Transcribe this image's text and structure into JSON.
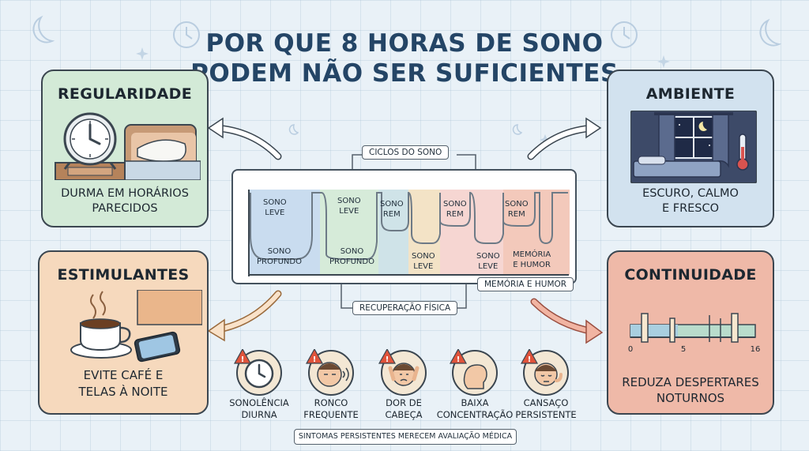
{
  "title_line1": "POR QUE 8 HORAS DE SONO",
  "title_line2": "PODEM NÃO SER SUFICIENTES",
  "cards": {
    "regularidade": {
      "title": "REGULARIDADE",
      "text": "DURMA EM HORÁRIOS\nPARECIDOS"
    },
    "ambiente": {
      "title": "AMBIENTE",
      "text": "ESCURO, CALMO\nE FRESCO"
    },
    "estimulantes": {
      "title": "ESTIMULANTES",
      "text": "EVITE CAFÉ E\nTELAS À NOITE"
    },
    "continuidade": {
      "title": "CONTINUIDADE",
      "text": "REDUZA DESPERTARES\nNOTURNOS",
      "axis_ticks": [
        "0",
        "5",
        "16"
      ]
    }
  },
  "center": {
    "cycles_label": "CICLOS DO SONO",
    "memory_label": "MEMÓRIA E HUMOR",
    "recovery_label": "RECUPERAÇÃO FÍSICA",
    "stages": [
      {
        "text": "SONO\nLEVE"
      },
      {
        "text": "SONO\nPROFUNDO"
      },
      {
        "text": "SONO\nLEVE"
      },
      {
        "text": "SONO\nPROFUNDO"
      },
      {
        "text": "SONO\nREM"
      },
      {
        "text": "SONO\nLEVE"
      },
      {
        "text": "SONO\nREM"
      },
      {
        "text": "SONO\nLEVE"
      },
      {
        "text": "SONO\nREM"
      },
      {
        "text": "MEMÓRIA\nE HUMOR"
      }
    ],
    "segment_colors": [
      "#c9dcef",
      "#d6ebd9",
      "#cfe3e8",
      "#f3e3c6",
      "#f6d6d2",
      "#f3c9bb"
    ]
  },
  "symptoms": [
    {
      "label": "SONOLÊNCIA\nDIURNA",
      "icon": "clock-icon"
    },
    {
      "label": "RONCO\nFREQUENTE",
      "icon": "snoring-face-icon"
    },
    {
      "label": "DOR DE\nCABEÇA",
      "icon": "headache-face-icon"
    },
    {
      "label": "BAIXA\nCONCENTRAÇÃO",
      "icon": "head-profile-icon"
    },
    {
      "label": "CANSAÇO\nPERSISTENTE",
      "icon": "tired-face-icon"
    }
  ],
  "footer_note": "SINTOMAS PERSISTENTES MERECEM AVALIAÇÃO MÉDICA",
  "colors": {
    "title": "#244566",
    "regularidade_bg": "#d3ead7",
    "ambiente_bg": "#d2e2ef",
    "estimulantes_bg": "#f6d9bd",
    "continuidade_bg": "#efb9a8",
    "warning": "#e0533b"
  }
}
